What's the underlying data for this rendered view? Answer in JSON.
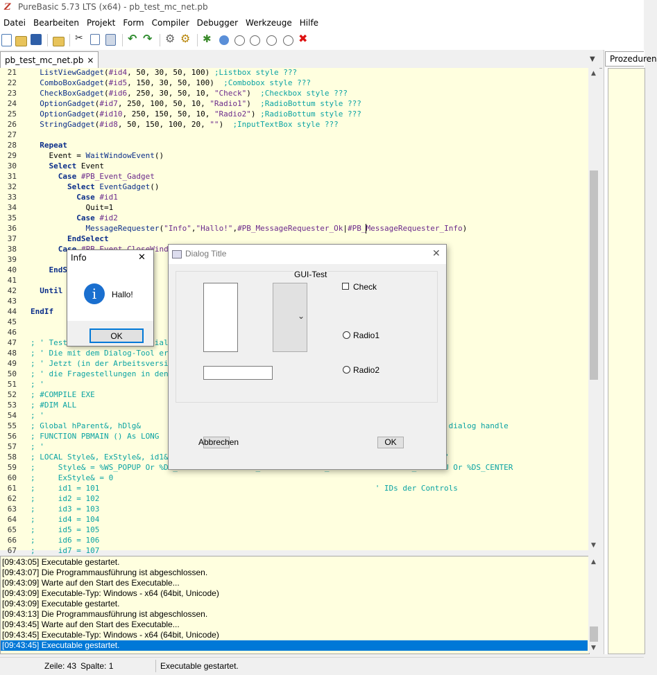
{
  "window": {
    "title": "PureBasic 5.73 LTS (x64) - pb_test_mc_net.pb",
    "app_icon_glyph": "Z"
  },
  "menu": [
    "Datei",
    "Bearbeiten",
    "Projekt",
    "Form",
    "Compiler",
    "Debugger",
    "Werkzeuge",
    "Hilfe"
  ],
  "toolbar": [
    "new-file-icon",
    "open-file-icon",
    "save-icon",
    "open-folder-icon",
    "cut-icon",
    "copy-icon",
    "paste-icon",
    "undo-icon",
    "redo-icon",
    "compile-gear-icon",
    "compile-run-gear-icon",
    "debug-bug-icon",
    "pause-icon",
    "continue-icon",
    "step-icon",
    "step-over-icon",
    "step-out-icon",
    "kill-icon"
  ],
  "editor": {
    "tab_label": "pb_test_mc_net.pb",
    "tab_close": "×",
    "line_numbers": [
      "21",
      "22",
      "23",
      "24",
      "25",
      "26",
      "27",
      "28",
      "29",
      "30",
      "31",
      "32",
      "33",
      "34",
      "35",
      "36",
      "37",
      "38",
      "39",
      "40",
      "41",
      "42",
      "43",
      "44",
      "45",
      "46",
      "47",
      "48",
      "49",
      "50",
      "51",
      "52",
      "53",
      "54",
      "55",
      "56",
      "57",
      "58",
      "59",
      "60",
      "61",
      "62",
      "63",
      "64",
      "65",
      "66",
      "67"
    ]
  },
  "right_panel": {
    "tab_label": "Prozeduren"
  },
  "log": {
    "lines": [
      "[09:43:05] Executable gestartet.",
      "[09:43:07] Die Programmausführung ist abgeschlossen.",
      "[09:43:09] Warte auf den Start des Executable...",
      "[09:43:09] Executable-Typ: Windows - x64  (64bit, Unicode)",
      "[09:43:09] Executable gestartet.",
      "[09:43:13] Die Programmausführung ist abgeschlossen.",
      "[09:43:45] Warte auf den Start des Executable...",
      "[09:43:45] Executable-Typ: Windows - x64  (64bit, Unicode)",
      "[09:43:45] Executable gestartet."
    ],
    "selected_index": 8
  },
  "status": {
    "line": "Zeile: 43",
    "col": "Spalte: 1",
    "message": "Executable gestartet."
  },
  "info_dialog": {
    "title": "Info",
    "message": "Hallo!",
    "ok": "OK",
    "close": "✕",
    "icon_glyph": "i"
  },
  "gui_dialog": {
    "title": "Dialog Title",
    "close": "✕",
    "frame_label": "GUI-Test",
    "check_label": "Check",
    "radio1_label": "Radio1",
    "radio2_label": "Radio2",
    "cancel_label": "Abbrechen",
    "ok_label": "OK",
    "combo_arrow": "⌄"
  },
  "colors": {
    "editor_bg": "#ffffdf",
    "keyword": "#0b2e8a",
    "comment": "#0aa3a3",
    "constant": "#6b2a8c",
    "selection": "#0078d7"
  }
}
